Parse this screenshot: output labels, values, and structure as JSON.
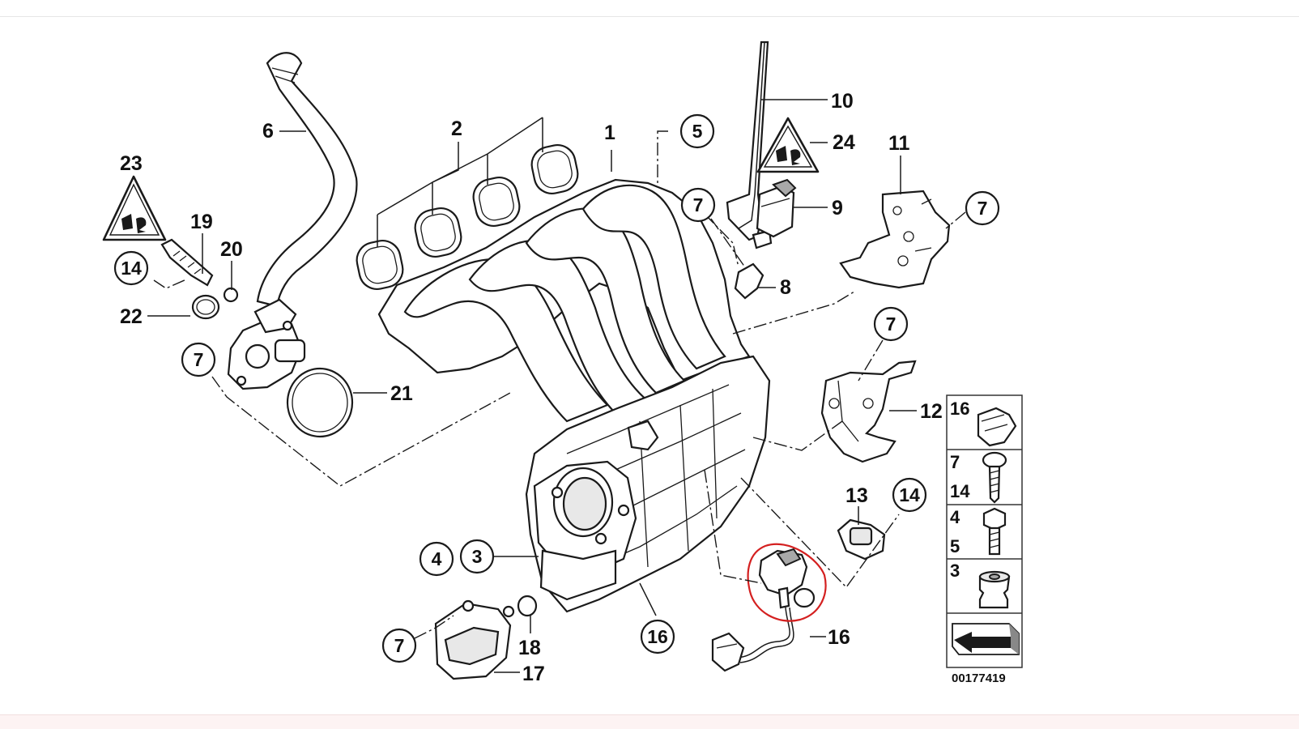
{
  "diagram_id": "00177419",
  "colors": {
    "highlight": "#d42020",
    "ink": "#1a1a1a",
    "panel_border": "#333333"
  },
  "labels": {
    "p1": "1",
    "p2": "2",
    "p5": "5",
    "p6": "6",
    "p8": "8",
    "p9": "9",
    "p10": "10",
    "p11": "11",
    "p12": "12",
    "p13": "13",
    "p16_main": "16",
    "p16_sensor": "16",
    "p17": "17",
    "p18": "18",
    "p19": "19",
    "p20": "20",
    "p21": "21",
    "p22": "22",
    "p23": "23",
    "p24": "24"
  },
  "circled": {
    "c5": "5",
    "c7_center": "7",
    "c7_right": "7",
    "c7_bracket": "7",
    "c7_left": "7",
    "c7_bottom": "7",
    "c14_left": "14",
    "c14_right": "14",
    "c4": "4",
    "c3": "3",
    "c16": "16"
  },
  "legend": {
    "row1": [
      "16"
    ],
    "row2": [
      "7",
      "14"
    ],
    "row3": [
      "4",
      "5"
    ],
    "row4": [
      "3"
    ]
  }
}
